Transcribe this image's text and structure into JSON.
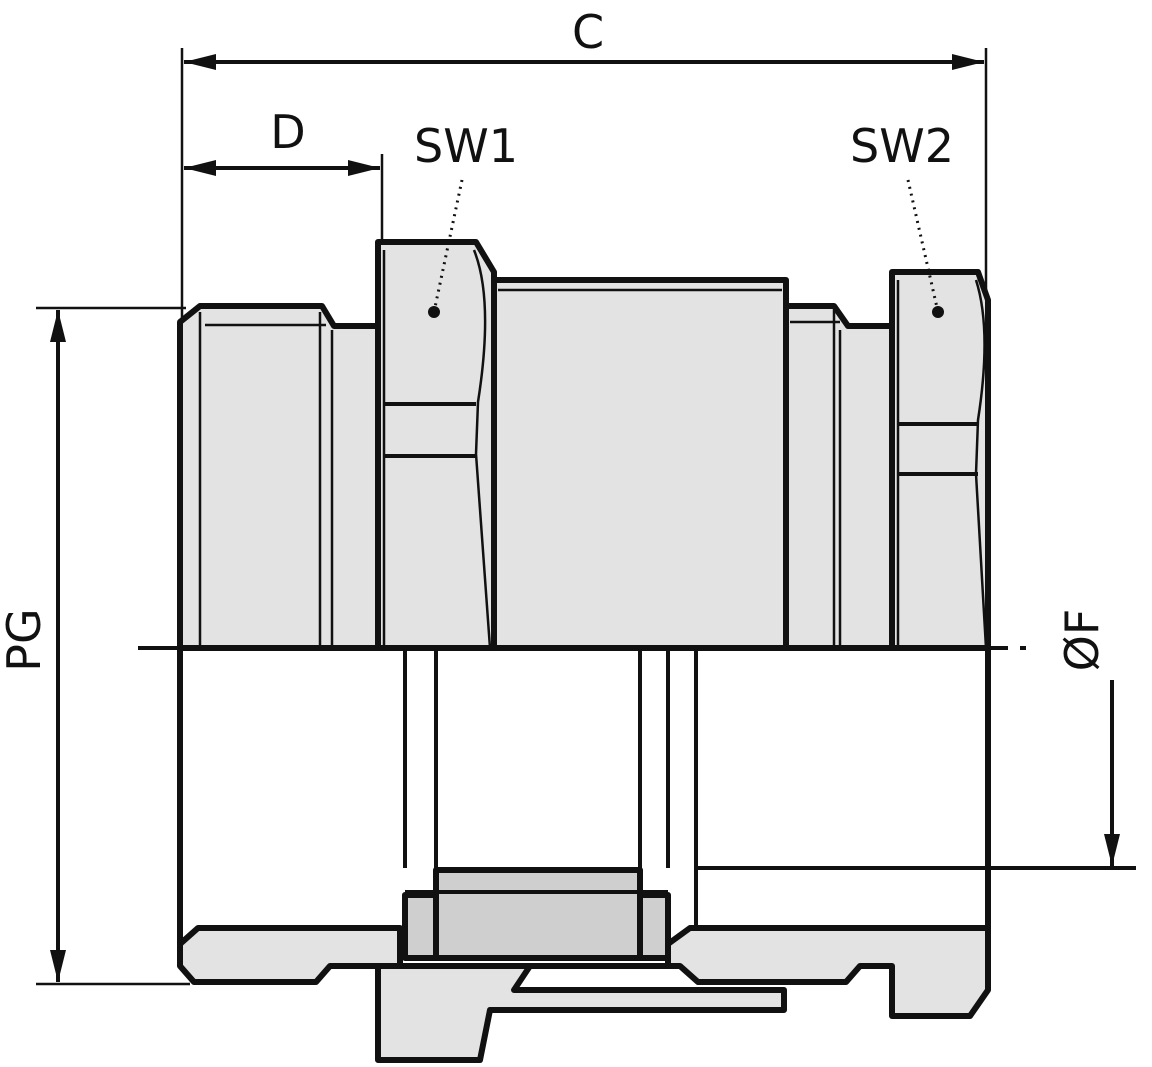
{
  "labels": {
    "dim_c": "C",
    "dim_d": "D",
    "callout_sw1": "SW1",
    "callout_sw2": "SW2",
    "dim_pg": "PG",
    "dim_f": "ØF"
  },
  "colors": {
    "line": "#111111",
    "fill": "#e3e3e3",
    "fill_dark": "#cfcfcf",
    "background": "#ffffff"
  }
}
